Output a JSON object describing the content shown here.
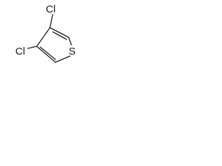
{
  "molecule": {
    "atoms": [
      {
        "label": "Cl"
      },
      {
        "label": "Cl"
      },
      {
        "label": "S"
      }
    ],
    "colors": {
      "ink": "#1a1a1a",
      "background": "#ffffff"
    }
  }
}
